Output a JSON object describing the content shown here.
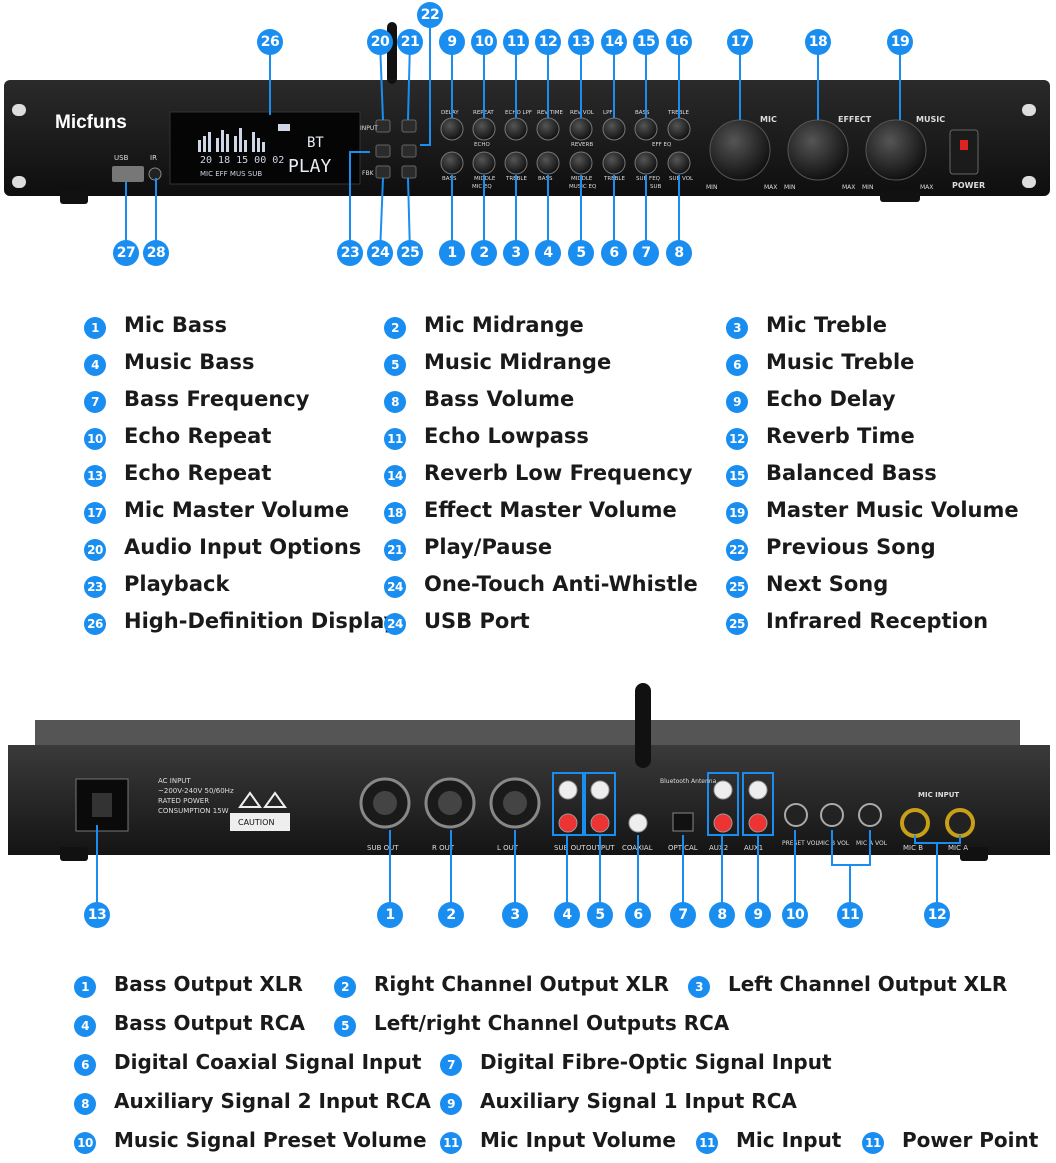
{
  "front_panel": {
    "brand": "Micfuns",
    "display": {
      "top": "BT",
      "bottom": "PLAY",
      "meters": [
        "20",
        "18",
        "15",
        "00",
        "02"
      ],
      "meter_labels": [
        "MIC",
        "EFF",
        "MUS",
        "SUB"
      ]
    },
    "usb_label": "USB",
    "ir_label": "IR",
    "button_labels": {
      "input": "INPUT",
      "fbk": "FBK"
    },
    "knob_top_labels": [
      "DELAY",
      "REPEAT",
      "ECHO LPF",
      "REV TIME",
      "REV VOL",
      "LPF",
      "BASS",
      "TREBLE"
    ],
    "knob_top_groups": [
      "ECHO",
      "REVERB",
      "EFF EQ"
    ],
    "knob_bottom_labels": [
      "BASS",
      "MIDDLE",
      "TREBLE",
      "BASS",
      "MIDDLE",
      "TREBLE",
      "SUB FEQ",
      "SUB VOL"
    ],
    "knob_bottom_groups": [
      "MIC EQ",
      "MUSIC EQ",
      "SUB"
    ],
    "big_knobs": [
      "MIC",
      "EFFECT",
      "MUSIC"
    ],
    "min_label": "MIN",
    "max_label": "MAX",
    "power_label": "POWER"
  },
  "front_callouts": [
    "26",
    "20",
    "21",
    "22",
    "9",
    "10",
    "11",
    "12",
    "13",
    "14",
    "15",
    "16",
    "17",
    "18",
    "19",
    "27",
    "28",
    "23",
    "24",
    "25",
    "1",
    "2",
    "3",
    "4",
    "5",
    "6",
    "7",
    "8"
  ],
  "front_legend": [
    {
      "n": "1",
      "t": "Mic Bass"
    },
    {
      "n": "2",
      "t": "Mic Midrange"
    },
    {
      "n": "3",
      "t": "Mic Treble"
    },
    {
      "n": "4",
      "t": "Music Bass"
    },
    {
      "n": "5",
      "t": "Music Midrange"
    },
    {
      "n": "6",
      "t": "Music Treble"
    },
    {
      "n": "7",
      "t": "Bass Frequency"
    },
    {
      "n": "8",
      "t": "Bass Volume"
    },
    {
      "n": "9",
      "t": "Echo Delay"
    },
    {
      "n": "10",
      "t": "Echo Repeat"
    },
    {
      "n": "11",
      "t": "Echo Lowpass"
    },
    {
      "n": "12",
      "t": "Reverb Time"
    },
    {
      "n": "13",
      "t": "Echo Repeat"
    },
    {
      "n": "14",
      "t": "Reverb Low Frequency"
    },
    {
      "n": "15",
      "t": "Balanced Bass"
    },
    {
      "n": "17",
      "t": "Mic Master Volume"
    },
    {
      "n": "18",
      "t": "Effect Master Volume"
    },
    {
      "n": "19",
      "t": "Master Music Volume"
    },
    {
      "n": "20",
      "t": "Audio Input Options"
    },
    {
      "n": "21",
      "t": "Play/Pause"
    },
    {
      "n": "22",
      "t": "Previous Song"
    },
    {
      "n": "23",
      "t": "Playback"
    },
    {
      "n": "24",
      "t": "One-Touch Anti-Whistle"
    },
    {
      "n": "25",
      "t": "Next Song"
    },
    {
      "n": "26",
      "t": "High-Definition Display"
    },
    {
      "n": "24",
      "t": "USB Port"
    },
    {
      "n": "25",
      "t": "Infrared Reception"
    }
  ],
  "rear_panel": {
    "ac_text": [
      "AC INPUT",
      "~200V-240V 50/60Hz",
      "RATED POWER",
      "CONSUMPTION 15W"
    ],
    "caution": "CAUTION",
    "ports": [
      "SUB OUT",
      "R OUT",
      "L OUT",
      "SUB OUT",
      "OUTPUT",
      "COAXIAL",
      "OPTICAL",
      "AUX2",
      "AUX1",
      "PRESET VOL",
      "MIC B VOL",
      "MIC A VOL",
      "MIC B",
      "MIC A"
    ],
    "bt_label": "Bluetooth Antenna",
    "mic_input": "MIC INPUT"
  },
  "rear_callouts": [
    "13",
    "1",
    "2",
    "3",
    "4",
    "5",
    "6",
    "7",
    "8",
    "9",
    "10",
    "11",
    "12"
  ],
  "rear_legend": [
    {
      "n": "1",
      "t": "Bass Output XLR"
    },
    {
      "n": "2",
      "t": "Right Channel Output XLR"
    },
    {
      "n": "3",
      "t": "Left Channel Output XLR"
    },
    {
      "n": "4",
      "t": "Bass Output RCA"
    },
    {
      "n": "5",
      "t": "Left/right Channel Outputs RCA"
    },
    {
      "n": "6",
      "t": "Digital Coaxial Signal Input"
    },
    {
      "n": "7",
      "t": "Digital Fibre-Optic Signal Input"
    },
    {
      "n": "8",
      "t": "Auxiliary Signal 2 Input RCA"
    },
    {
      "n": "9",
      "t": "Auxiliary Signal 1 Input RCA"
    },
    {
      "n": "10",
      "t": "Music Signal Preset Volume"
    },
    {
      "n": "11",
      "t": "Mic Input Volume"
    },
    {
      "n": "11",
      "t": "Mic Input"
    },
    {
      "n": "11",
      "t": "Power Point"
    }
  ]
}
